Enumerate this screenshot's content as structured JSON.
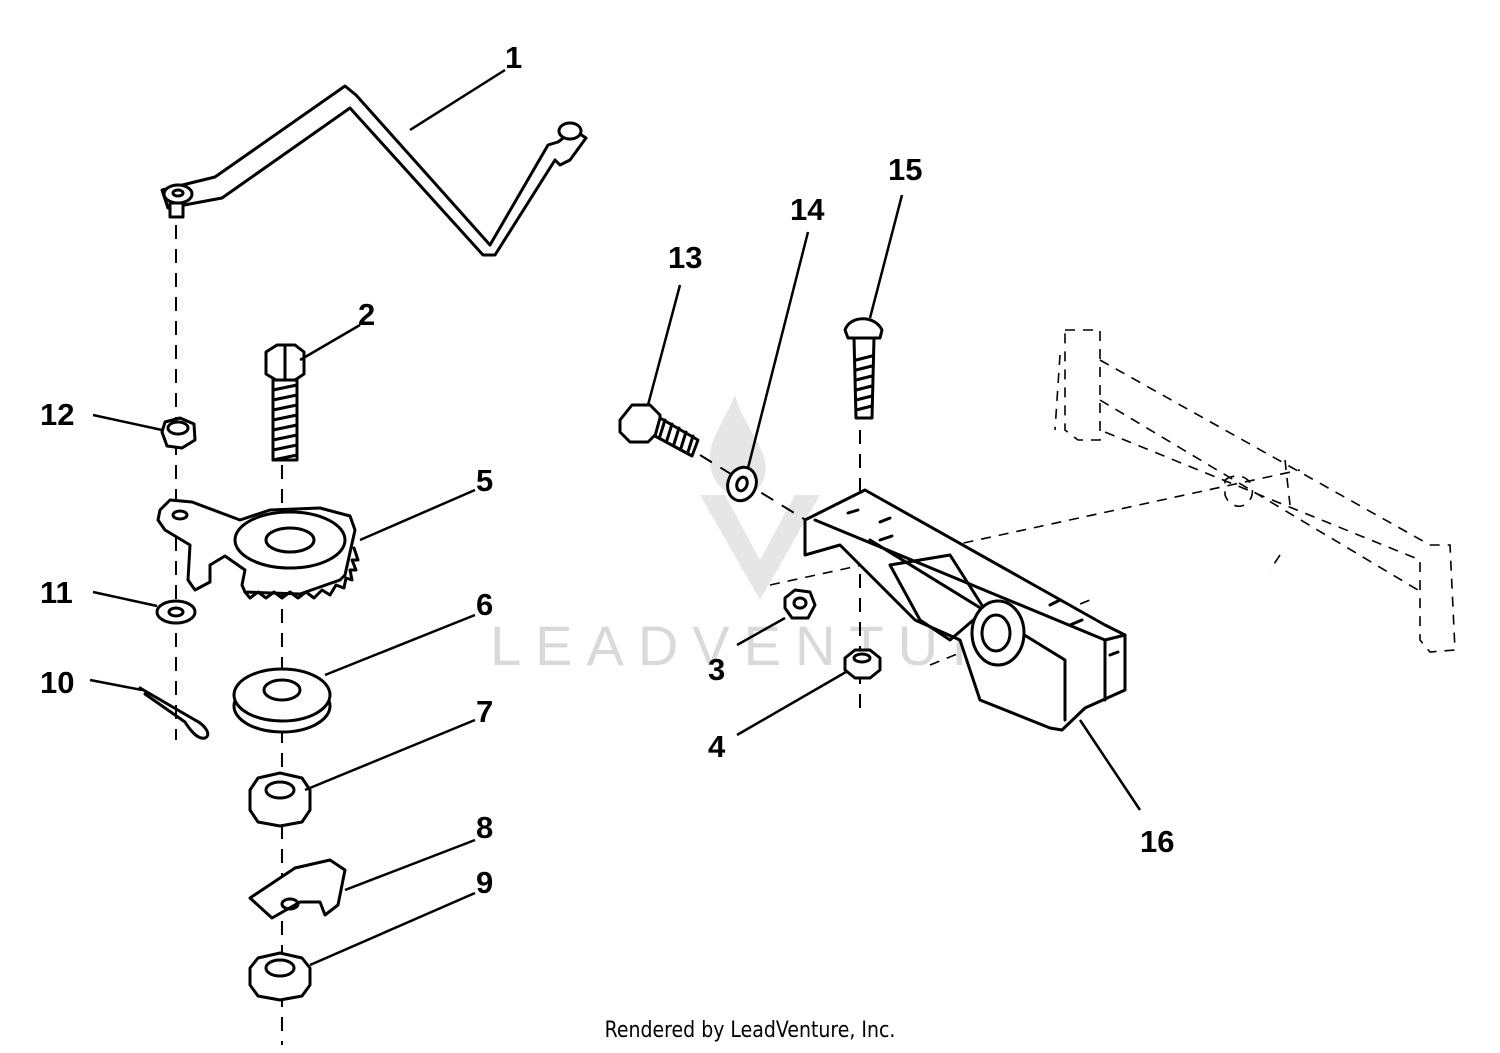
{
  "callouts": [
    "1",
    "2",
    "3",
    "4",
    "5",
    "6",
    "7",
    "8",
    "9",
    "10",
    "11",
    "12",
    "13",
    "14",
    "15",
    "16"
  ],
  "watermark": "LEADVENTURE",
  "credit": "Rendered by LeadVenture, Inc."
}
